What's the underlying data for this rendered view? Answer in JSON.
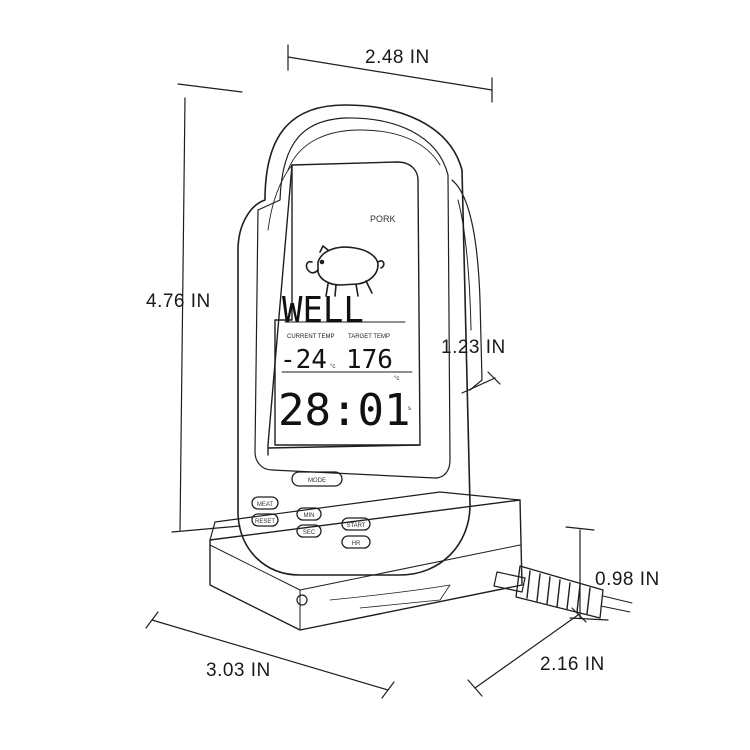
{
  "dimensions": {
    "top_width": "2.48 IN",
    "height": "4.76 IN",
    "screen_depth": "1.23 IN",
    "base_width": "3.03 IN",
    "base_depth": "2.16 IN",
    "probe_height": "0.98 IN"
  },
  "display": {
    "meat_type": "PORK",
    "doneness": "WELL",
    "current_temp_label": "CURRENT TEMP",
    "target_temp_label": "TARGET TEMP",
    "current_temp": "-24",
    "current_unit": "°c",
    "target_temp": "176",
    "target_unit": "°c",
    "timer": "28:01",
    "timer_unit": "s"
  },
  "buttons": {
    "mode": "MODE",
    "meat": "MEAT",
    "reset": "RESET",
    "min": "MIN",
    "sec": "SEC",
    "start": "START",
    "hr": "HR"
  }
}
